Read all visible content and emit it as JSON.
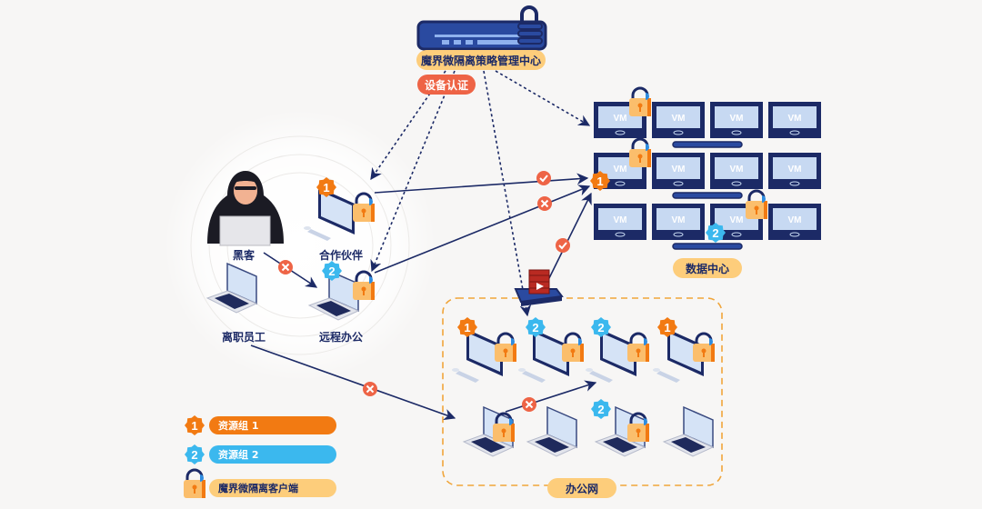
{
  "colors": {
    "navy": "#1c2a66",
    "screen": "#c7d9f2",
    "orange": "#f27a12",
    "blue": "#3bb8ee",
    "lock": "#fbbe6c",
    "red": "#ee6446",
    "yellow_pill": "#fdcd7b",
    "dashed_border": "#f0a53a"
  },
  "policy_center": {
    "label": "魔界微隔离策略管理中心",
    "auth_label": "设备认证"
  },
  "actors": {
    "hacker": "黑客",
    "partner": "合作伙伴",
    "remote": "远程办公",
    "former_employee": "离职员工"
  },
  "datacenter": {
    "label": "数据中心",
    "vm_label": "VM",
    "rows": 3,
    "cols": 4
  },
  "office": {
    "label": "办公网"
  },
  "badges": {
    "group1": "1",
    "group2": "2"
  },
  "legend": {
    "group1": "资源组 1",
    "group2": "资源组 2",
    "client": "魔界微隔离客户端"
  },
  "status_icons": {
    "allowed": "check-icon",
    "blocked": "cross-icon"
  }
}
